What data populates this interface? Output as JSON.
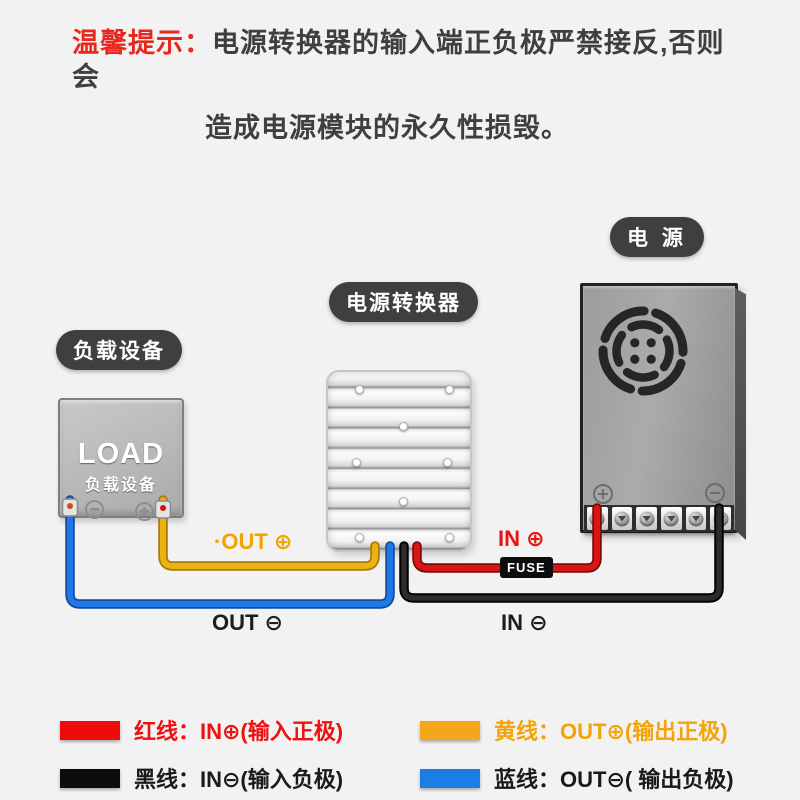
{
  "warning": {
    "prefix": "温馨提示：",
    "line1": "电源转换器的输入端正负极严禁接反,否则会",
    "line2": "造成电源模块的永久性损毁。"
  },
  "labels": {
    "power_supply": "电 源",
    "converter": "电源转换器",
    "load": "负载设备"
  },
  "load_device": {
    "title": "LOAD",
    "subtitle": "负载设备"
  },
  "wire_labels": {
    "out_plus": "·OUT ⊕",
    "out_minus": "OUT ⊖",
    "in_plus": "IN ⊕",
    "in_minus": "IN ⊖",
    "fuse": "FUSE"
  },
  "colors": {
    "red_wire": "#d81616",
    "black_wire": "#2c2c2c",
    "yellow_wire": "#e9b413",
    "blue_wire": "#2277e8",
    "out_plus_label": "#f0a400",
    "in_plus_label": "#e81414",
    "dark_label": "#1d1d1d"
  },
  "legend": {
    "items": [
      {
        "name": "red-wire",
        "swatch": "#ee0b0b",
        "color": "#ee1111",
        "text": "红线：IN⊕(输入正极)"
      },
      {
        "name": "black-wire",
        "swatch": "#0d0d0d",
        "color": "#1a1a1a",
        "text": "黑线：IN⊖(输入负极)"
      },
      {
        "name": "yellow-wire",
        "swatch": "#f5a71b",
        "color": "#f2a40a",
        "text": "黄线：OUT⊕(输出正极)"
      },
      {
        "name": "blue-wire",
        "swatch": "#1e7ce6",
        "color": "#1a1a1a",
        "text": "蓝线：OUT⊖( 输出负极)"
      }
    ]
  }
}
